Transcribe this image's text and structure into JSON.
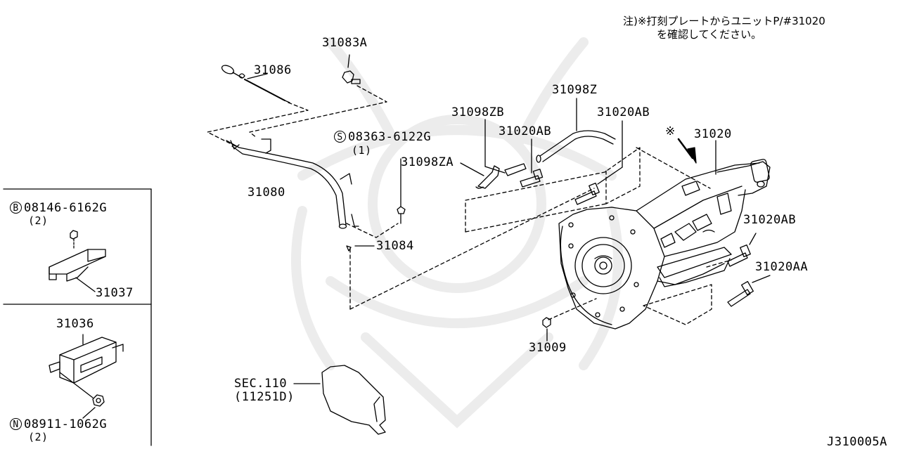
{
  "note": {
    "line1": "注)※打刻プレートからユニットP/#31020",
    "line2": "を確認してください。"
  },
  "parts": {
    "p31083A": "31083A",
    "p31086": "31086",
    "p31080": "31080",
    "p08363_prefix": "S",
    "p08363": "08363-6122G",
    "p08363_qty": "(1)",
    "p31084": "31084",
    "p31098ZB": "31098ZB",
    "p31020AB_mid": "31020AB",
    "p31098ZA": "31098ZA",
    "p31098Z": "31098Z",
    "p31020AB_top": "31020AB",
    "p31020_mark": "※",
    "p31020": "31020",
    "p31020AB_right": "31020AB",
    "p31020AA": "31020AA",
    "p31009": "31009",
    "sec_line1": "SEC.110",
    "sec_line2": "(11251D)",
    "p08146_prefix": "B",
    "p08146": "08146-6162G",
    "p08146_qty": "(2)",
    "p31037": "31037",
    "p31036": "31036",
    "p08911_prefix": "N",
    "p08911": "08911-1062G",
    "p08911_qty": "(2)"
  },
  "diagram_code": "J310005A"
}
